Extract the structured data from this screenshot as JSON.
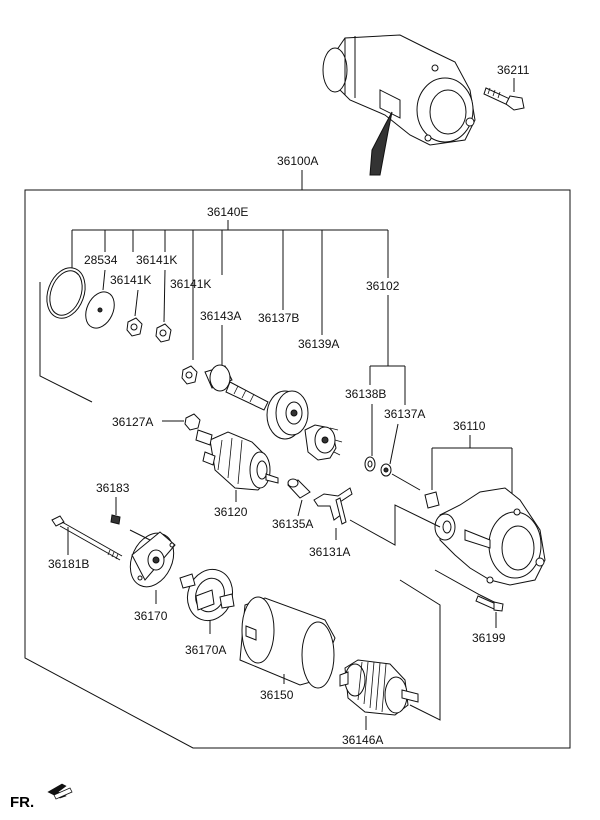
{
  "labels": {
    "p36211": "36211",
    "p36100A": "36100A",
    "p36140E": "36140E",
    "p28534": "28534",
    "p36141K_a": "36141K",
    "p36141K_b": "36141K",
    "p36141K_c": "36141K",
    "p36143A": "36143A",
    "p36137B": "36137B",
    "p36139A": "36139A",
    "p36102": "36102",
    "p36138B": "36138B",
    "p36137A": "36137A",
    "p36110": "36110",
    "p36127A": "36127A",
    "p36183": "36183",
    "p36120": "36120",
    "p36135A": "36135A",
    "p36131A": "36131A",
    "p36181B": "36181B",
    "p36170": "36170",
    "p36199": "36199",
    "p36170A": "36170A",
    "p36150": "36150",
    "p36146A": "36146A"
  },
  "orientation": {
    "label": "FR."
  }
}
